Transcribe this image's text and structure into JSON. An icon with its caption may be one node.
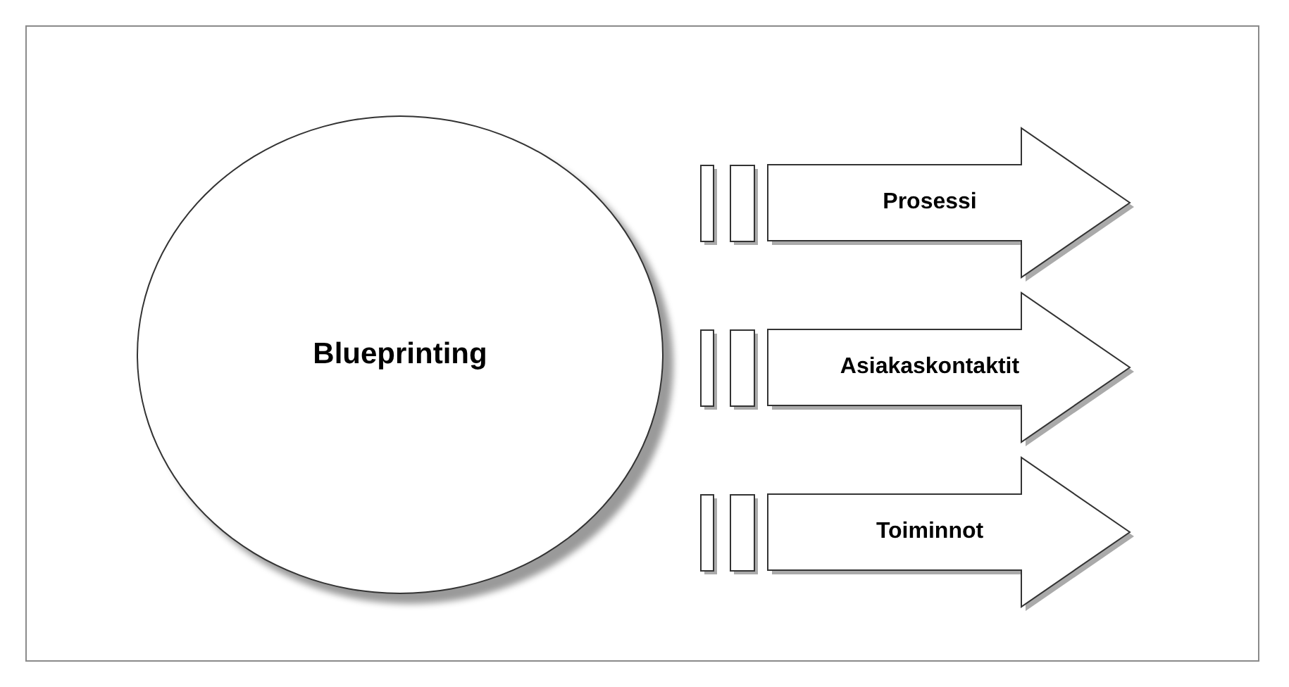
{
  "diagram": {
    "nodes": [
      {
        "text": [
          "Blueprinting"
        ]
      },
      {
        "text": [
          "Prosessi"
        ]
      },
      {
        "text": [
          "Asiakaskontaktit"
        ]
      },
      {
        "text": [
          "Toiminnot"
        ]
      }
    ]
  }
}
